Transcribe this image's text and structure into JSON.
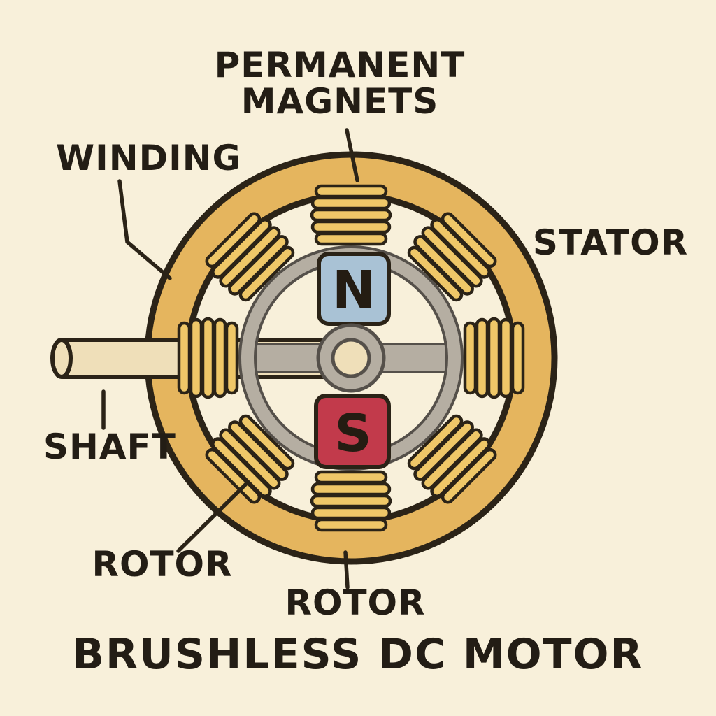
{
  "title": "BRUSHLESS DC MOTOR",
  "labels": {
    "permanent_magnets_line1": "PERMANENT",
    "permanent_magnets_line2": "MAGNETS",
    "winding": "WINDING",
    "stator": "STATOR",
    "shaft": "SHAFT",
    "rotor_left": "ROTOR",
    "rotor_bottom": "ROTOR"
  },
  "magnets": {
    "north": "N",
    "south": "S"
  },
  "colors": {
    "background": "#f8f0da",
    "outline": "#2b2317",
    "stator_fill": "#e5b55e",
    "coil_fill": "#efc768",
    "rotor_gray": "#b5aea2",
    "rotor_outline": "#55504a",
    "magnet_north": "#a9c2d5",
    "magnet_south": "#c23a4b",
    "shaft_fill": "#efdfb9",
    "text": "#231d15"
  }
}
